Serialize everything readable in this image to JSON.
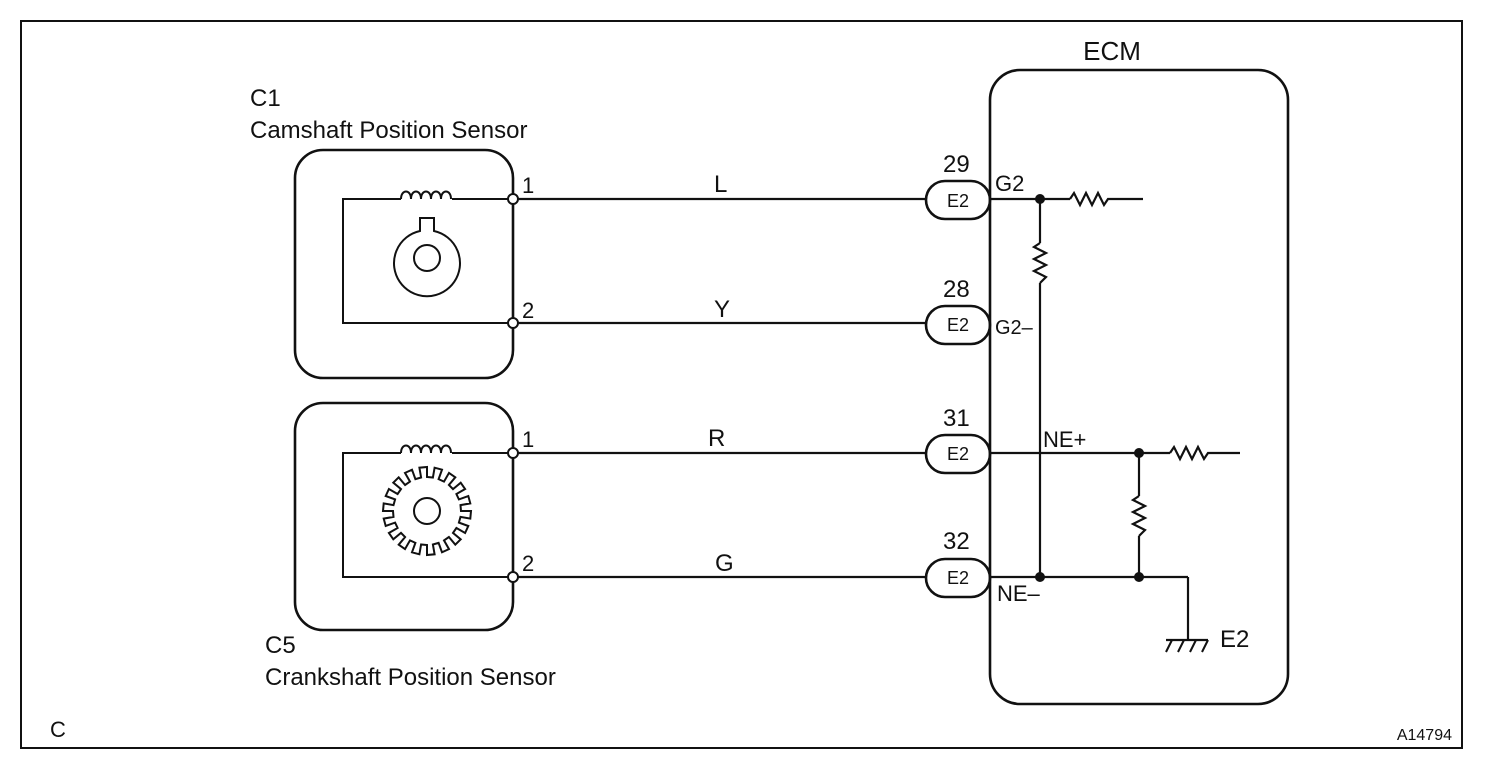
{
  "page_label": "C",
  "figure_id": "A14794",
  "ecm": {
    "title": "ECM"
  },
  "sensors": {
    "camshaft": {
      "connector": "C1",
      "name": "Camshaft Position Sensor",
      "pins": [
        "1",
        "2"
      ]
    },
    "crankshaft": {
      "connector": "C5",
      "name": "Crankshaft Position Sensor",
      "pins": [
        "1",
        "2"
      ]
    }
  },
  "wires": [
    {
      "color": "L",
      "terminal": "29",
      "connector": "E2",
      "signal": "G2"
    },
    {
      "color": "Y",
      "terminal": "28",
      "connector": "E2",
      "signal": "G2–"
    },
    {
      "color": "R",
      "terminal": "31",
      "connector": "E2",
      "signal": "NE+"
    },
    {
      "color": "G",
      "terminal": "32",
      "connector": "E2",
      "signal": "NE–"
    }
  ],
  "ground_label": "E2"
}
